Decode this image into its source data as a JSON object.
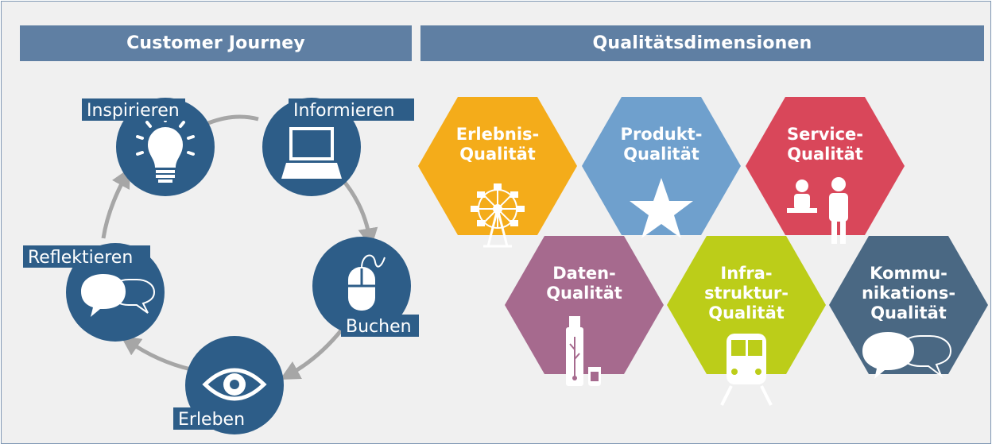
{
  "headers": {
    "customer_journey": "Customer Journey",
    "quality_dimensions": "Qualitätsdimensionen"
  },
  "colors": {
    "header": "#5f7fa3",
    "stage_circle": "#2d5d88",
    "arrow": "#a6a6a6"
  },
  "journey": {
    "stages": [
      {
        "label": "Inspirieren",
        "icon": "lightbulb-icon"
      },
      {
        "label": "Informieren",
        "icon": "laptop-icon"
      },
      {
        "label": "Buchen",
        "icon": "mouse-icon"
      },
      {
        "label": "Erleben",
        "icon": "eye-icon"
      },
      {
        "label": "Reflektieren",
        "icon": "speech-bubbles-icon"
      }
    ]
  },
  "dimensions": [
    {
      "line1": "Erlebnis-",
      "line2": "Qualität",
      "line3": "",
      "color": "#f4ac1a",
      "icon": "ferris-wheel-icon"
    },
    {
      "line1": "Produkt-",
      "line2": "Qualität",
      "line3": "",
      "color": "#6fa0cd",
      "icon": "star-icon"
    },
    {
      "line1": "Service-",
      "line2": "Qualität",
      "line3": "",
      "color": "#d9475a",
      "icon": "service-desk-icon"
    },
    {
      "line1": "Daten-",
      "line2": "Qualität",
      "line3": "",
      "color": "#a66a8e",
      "icon": "usb-stick-icon"
    },
    {
      "line1": "Infra-",
      "line2": "struktur-",
      "line3": "Qualität",
      "color": "#bccd19",
      "icon": "train-icon"
    },
    {
      "line1": "Kommu-",
      "line2": "nikations-",
      "line3": "Qualität",
      "color": "#4a6883",
      "icon": "speech-bubbles-icon"
    }
  ]
}
